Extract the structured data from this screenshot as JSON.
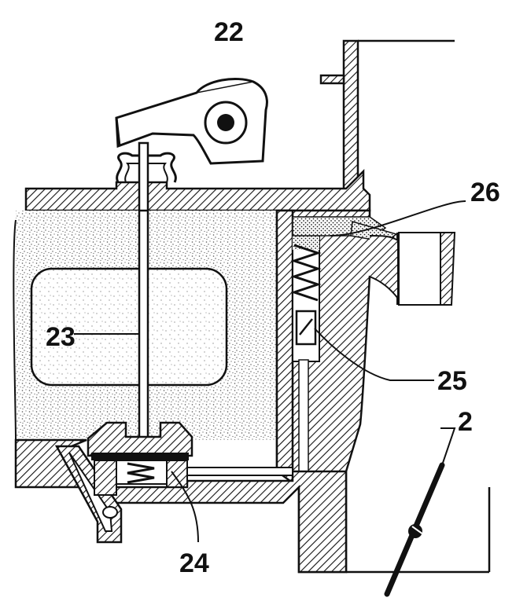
{
  "labels": {
    "l22": "22",
    "l23": "23",
    "l24": "24",
    "l25": "25",
    "l26": "26",
    "l2": "2"
  },
  "colors": {
    "ink": "#111111",
    "paper": "#ffffff",
    "fuel_stipple": "#555555"
  }
}
